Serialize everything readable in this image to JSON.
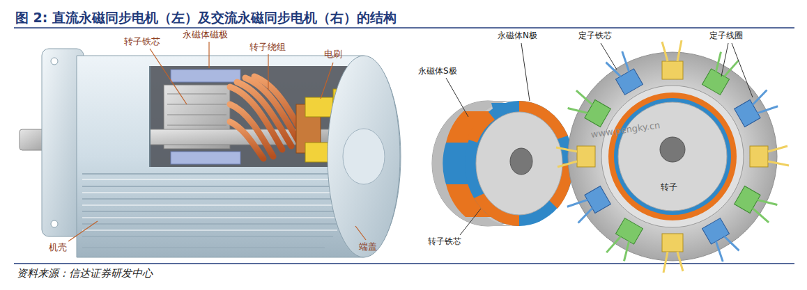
{
  "diagram": {
    "title": "图 2: 直流永磁同步电机（左）及交流永磁同步电机（右）的结构",
    "caption": "资料来源：信达证券研发中心",
    "labels": [
      "转子铁芯",
      "永磁体磁极",
      "转子绕组",
      "电刷",
      "机壳",
      "端盖",
      "永磁体S极",
      "永磁体N极",
      "转子铁芯",
      "定子铁芯",
      "定子线圈",
      "转子",
      "www.pengky.cn"
    ]
  }
}
